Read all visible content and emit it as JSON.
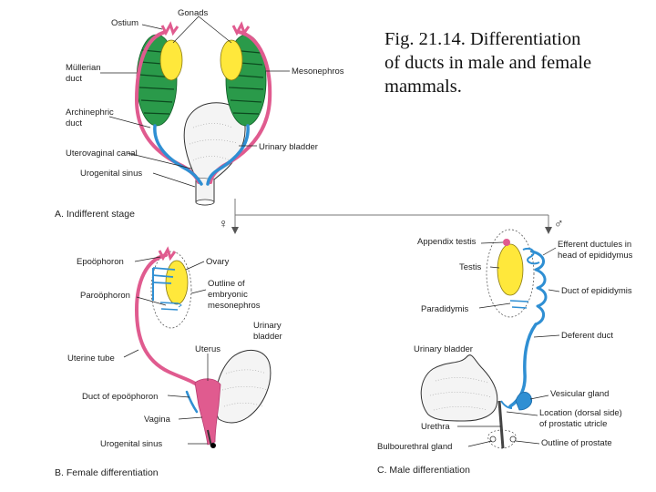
{
  "caption": {
    "line1": "Fig. 21.14. Differentiation",
    "line2": "of ducts in male and female",
    "line3": "mammals."
  },
  "panels": {
    "a_title": "A. Indifferent stage",
    "b_title": "B. Female differentiation",
    "c_title": "C. Male differentiation"
  },
  "labels_a": {
    "gonads": "Gonads",
    "ostium": "Ostium",
    "mullerian_1": "Müllerian",
    "mullerian_2": "duct",
    "mesonephros": "Mesonephros",
    "archinephric_1": "Archinephric",
    "archinephric_2": "duct",
    "uterovaginal": "Uterovaginal canal",
    "urinary_bladder": "Urinary bladder",
    "urogenital_sinus": "Urogenital sinus"
  },
  "labels_b": {
    "epoophoron": "Epoöphoron",
    "ovary": "Ovary",
    "paroophoron": "Paroöphoron",
    "outline_1": "Outline of",
    "outline_2": "embryonic",
    "outline_3": "mesonephros",
    "urinary_1": "Urinary",
    "urinary_2": "bladder",
    "uterus": "Uterus",
    "uterine_tube": "Uterine tube",
    "duct_epoophoron": "Duct of epoöphoron",
    "vagina": "Vagina",
    "urogenital_sinus": "Urogenital sinus"
  },
  "labels_c": {
    "appendix_testis": "Appendix testis",
    "efferent_1": "Efferent ductules in",
    "efferent_2": "head of epididymus",
    "testis": "Testis",
    "duct_epididymis": "Duct of epididymis",
    "paradidymis": "Paradidymis",
    "deferent_duct": "Deferent duct",
    "urinary_bladder": "Urinary bladder",
    "vesicular_gland": "Vesicular gland",
    "location_1": "Location (dorsal side)",
    "location_2": "of prostatic utricle",
    "urethra": "Urethra",
    "bulbourethral": "Bulbourethral gland",
    "outline_prostate": "Outline of prostate"
  },
  "symbols": {
    "female": "♀",
    "male": "♂"
  },
  "colors": {
    "mullerian_duct": "#e05b8f",
    "archinephric_duct": "#2f8fd3",
    "gonad": "#ffe83b",
    "mesonephros": "#2a9a4a"
  }
}
